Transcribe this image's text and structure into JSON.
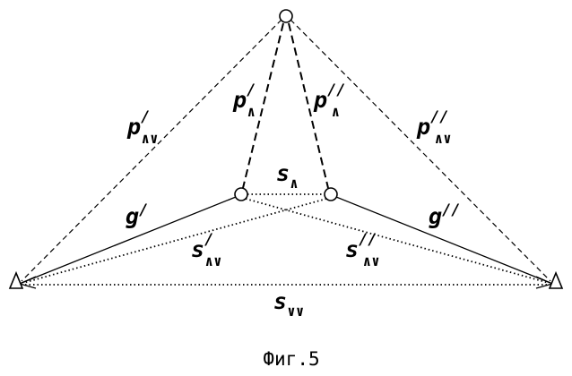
{
  "caption": "Фиг.5",
  "labels": {
    "p_left_outer": {
      "base": "p",
      "sub": "∧∨",
      "prime": "/"
    },
    "p_left_inner": {
      "base": "p",
      "sub": "∧",
      "prime": "/"
    },
    "p_right_inner": {
      "base": "p",
      "sub": "∧",
      "prime": "//"
    },
    "p_right_outer": {
      "base": "p",
      "sub": "∧∨",
      "prime": "//"
    },
    "s_top": {
      "base": "s",
      "sub": "∧"
    },
    "g_left": {
      "base": "g",
      "prime": "/"
    },
    "g_right": {
      "base": "g",
      "prime": "//"
    },
    "s_left": {
      "base": "s",
      "sub": "∧∨",
      "prime": "/"
    },
    "s_right": {
      "base": "s",
      "sub": "∧∨",
      "prime": "//"
    },
    "s_bottom": {
      "base": "s",
      "sub": "∨∨"
    }
  },
  "colors": {
    "stroke": "#000000",
    "background": "#ffffff"
  }
}
